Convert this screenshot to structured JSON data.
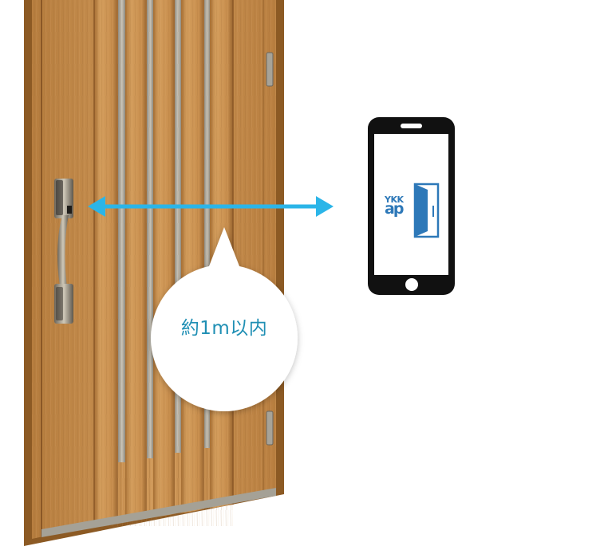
{
  "illustration": {
    "distance_label": "約1m以内",
    "logo": {
      "line1": "YKK",
      "line2": "ap"
    },
    "colors": {
      "door_wood": "#c48b4a",
      "door_frame": "#8c5a24",
      "arrow": "#2bb5e8",
      "bubble_text": "#1f8fb4",
      "logo": "#2d78b8",
      "phone_body": "#111111"
    }
  }
}
